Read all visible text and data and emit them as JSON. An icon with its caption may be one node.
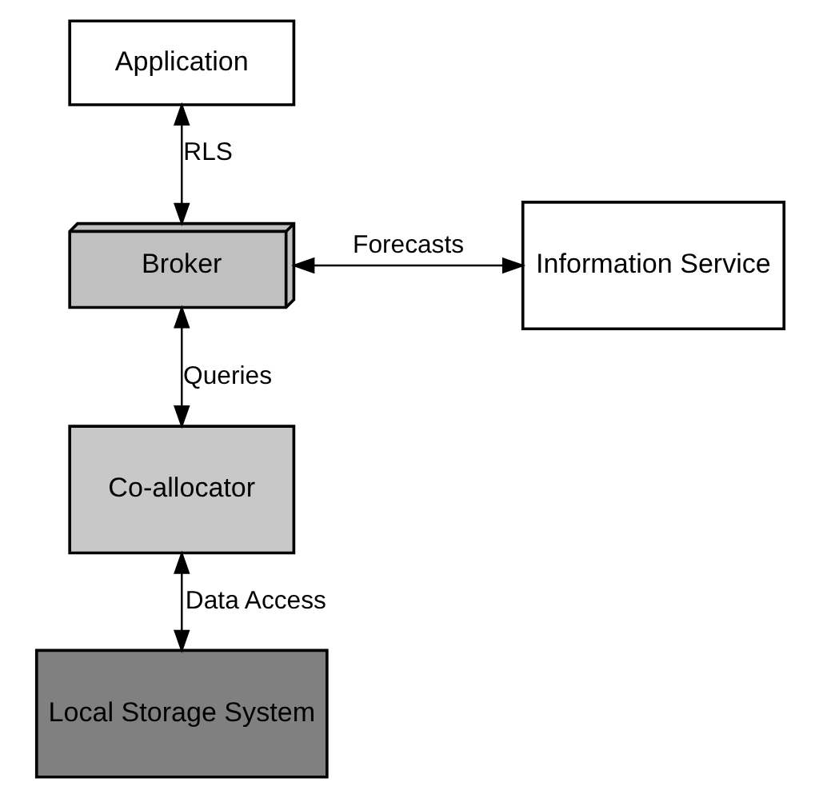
{
  "diagram": {
    "nodes": [
      {
        "text": [
          "Application"
        ]
      },
      {
        "text": [
          "Broker"
        ]
      },
      {
        "text": [
          "Information Service"
        ]
      },
      {
        "text": [
          "Co-allocator"
        ]
      },
      {
        "text": [
          "Local Storage System"
        ]
      }
    ],
    "edges": [
      {
        "from": 0,
        "to": 1,
        "arrow": "both",
        "label": "RLS"
      },
      {
        "from": 1,
        "to": 2,
        "arrow": "both",
        "label": "Forecasts"
      },
      {
        "from": 1,
        "to": 3,
        "arrow": "both",
        "label": "Queries"
      },
      {
        "from": 3,
        "to": 4,
        "arrow": "both",
        "label": "Data Access"
      }
    ]
  }
}
